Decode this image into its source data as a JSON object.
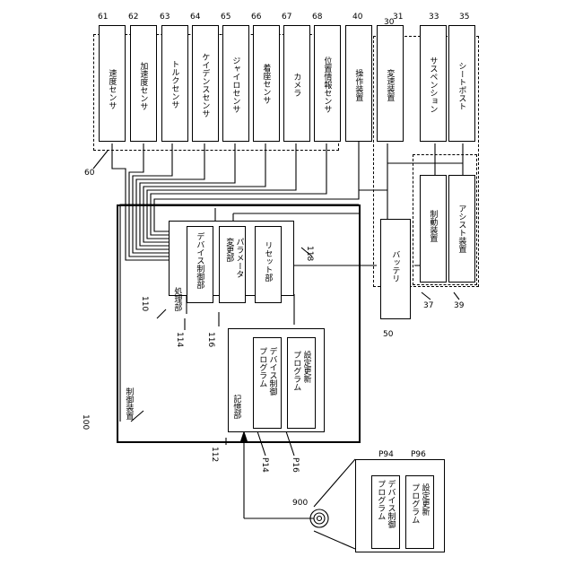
{
  "sensors": {
    "ref_group": "60",
    "speed": {
      "ref": "61",
      "label": "速度センサ"
    },
    "accel": {
      "ref": "62",
      "label": "加速度センサ"
    },
    "torque": {
      "ref": "63",
      "label": "トルクセンサ"
    },
    "cadence": {
      "ref": "64",
      "label": "ケイデンスセンサ"
    },
    "gyro": {
      "ref": "65",
      "label": "ジャイロセンサ"
    },
    "seat": {
      "ref": "66",
      "label": "着座センサ"
    },
    "camera": {
      "ref": "67",
      "label": "カメラ"
    },
    "position": {
      "ref": "68",
      "label": "位置情報センサ"
    }
  },
  "operation": {
    "ref": "40",
    "label": "操作装置"
  },
  "devices": {
    "ref_group": "30",
    "transmission": {
      "ref": "31",
      "label": "変速装置"
    },
    "suspension": {
      "ref": "33",
      "label": "サスペンション"
    },
    "seatpost": {
      "ref": "35",
      "label": "シートポスト"
    },
    "brake": {
      "ref": "37",
      "label": "制動装置"
    },
    "assist": {
      "ref": "39",
      "label": "アシスト装置"
    }
  },
  "battery": {
    "ref": "50",
    "label": "バッテリ"
  },
  "controller": {
    "ref": "100",
    "label": "制御装置"
  },
  "processor": {
    "ref": "110",
    "label": "処理部",
    "device_control": {
      "ref": "114",
      "label": "デバイス制御部"
    },
    "param_change": {
      "ref": "116",
      "label": "パラメータ\n変更部"
    },
    "reset": {
      "ref": "118",
      "label": "リセット部"
    }
  },
  "storage": {
    "ref": "112",
    "label": "記憶部",
    "prog1": {
      "ref": "P14",
      "label": "デバイス制御\nプログラム"
    },
    "prog2": {
      "ref": "P16",
      "label": "設定更新\nプログラム"
    }
  },
  "medium": {
    "ref": "900",
    "prog1": {
      "ref": "P94",
      "label": "デバイス制御\nプログラム"
    },
    "prog2": {
      "ref": "P96",
      "label": "設定更新\nプログラム"
    }
  }
}
